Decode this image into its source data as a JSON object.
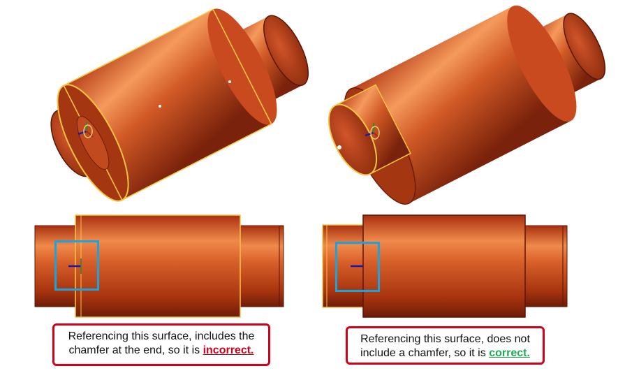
{
  "colors": {
    "body": "#c4451a",
    "body_light": "#f08a4b",
    "body_dark": "#6e1c08",
    "edge_highlight": "#f5c542",
    "highlight_box": "#1ba3dd",
    "caption_border": "#d0021b",
    "incorrect": "#d0021b",
    "correct": "#1faa55"
  },
  "captions": {
    "left": {
      "line1": "Referencing this surface, includes the",
      "line2_prefix": "chamfer at the end, so it is ",
      "verdict": "incorrect."
    },
    "right": {
      "line1": "Referencing this surface, does not",
      "line2_prefix": "include a chamfer, so it is ",
      "verdict": "correct."
    }
  }
}
